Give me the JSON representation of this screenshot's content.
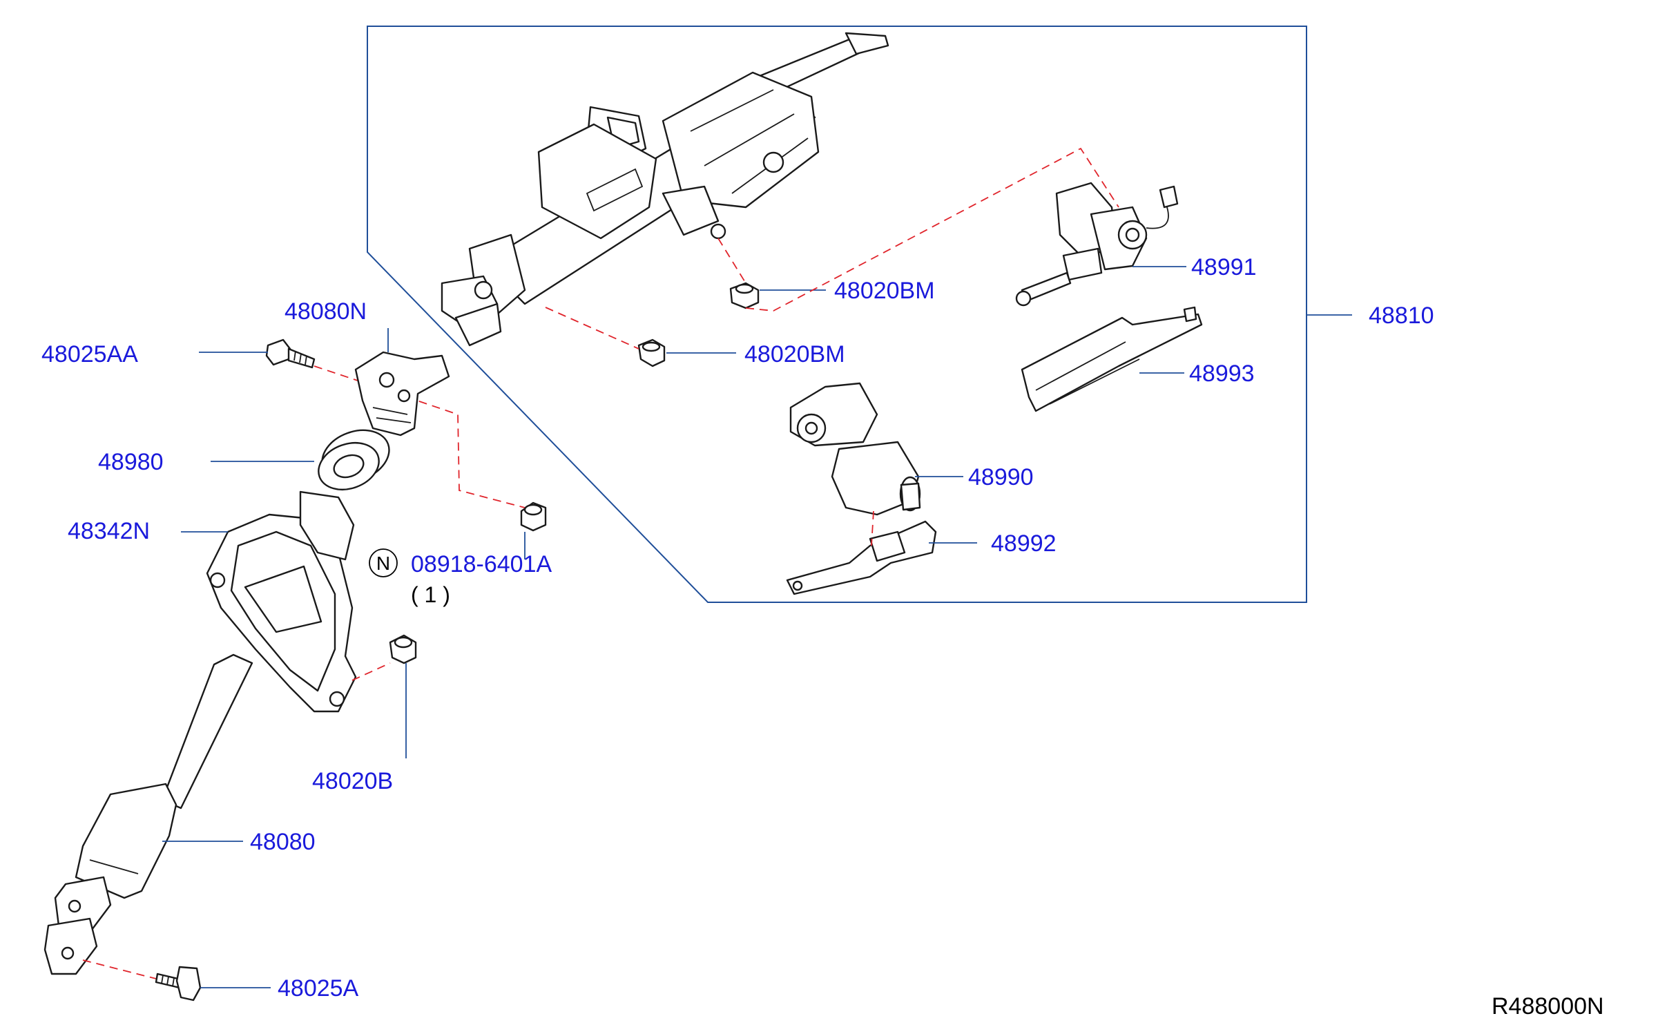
{
  "diagram": {
    "callouts": {
      "p48080N": "48080N",
      "p48025AA": "48025AA",
      "p48980": "48980",
      "p48342N": "48342N",
      "p08918": "08918-6401A",
      "p08918_qty": "( 1 )",
      "p48020B": "48020B",
      "p48080": "48080",
      "p48025A": "48025A",
      "p48020BM_a": "48020BM",
      "p48020BM_b": "48020BM",
      "p48991": "48991",
      "p48810": "48810",
      "p48993": "48993",
      "p48990": "48990",
      "p48992": "48992"
    },
    "n_badge": "N",
    "reference_code": "R488000N",
    "colors": {
      "callout_text": "#1a1adb",
      "leader_line": "#1f4e99",
      "dashed_line": "#e0242b",
      "outline": "#1a1a1a"
    }
  }
}
